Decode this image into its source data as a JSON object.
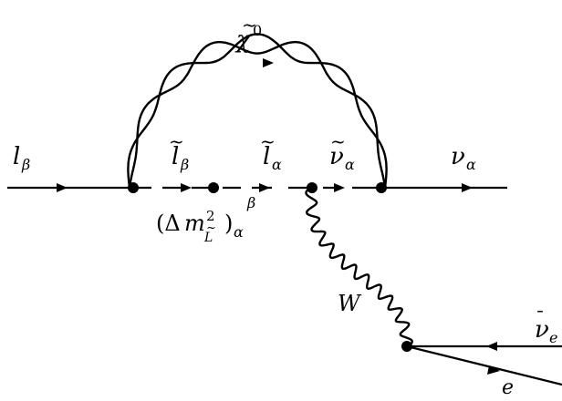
{
  "labels": {
    "neutralino": {
      "base": "χ",
      "tilde": "~",
      "sup": "0"
    },
    "lepton_in": {
      "base": "l",
      "sub": "β"
    },
    "slepton_beta": {
      "base": "l",
      "tilde": "~",
      "sub": "β"
    },
    "slepton_alpha": {
      "base": "l",
      "tilde": "~",
      "sub": "α"
    },
    "sneutrino": {
      "base": "ν",
      "tilde": "~",
      "sub": "α"
    },
    "neutrino_out": {
      "base": "ν",
      "sub": "α"
    },
    "mass_insertion": {
      "open": "(Δ",
      "m": "m",
      "m_sup": "2",
      "m_sub_L": "L",
      "m_sub_tilde": "~",
      "close": ")",
      "sub": "α",
      "sup": "β"
    },
    "w_boson": "W",
    "antineutrino": {
      "base": "ν",
      "bar": "¯",
      "sub": "e"
    },
    "electron": "e"
  }
}
